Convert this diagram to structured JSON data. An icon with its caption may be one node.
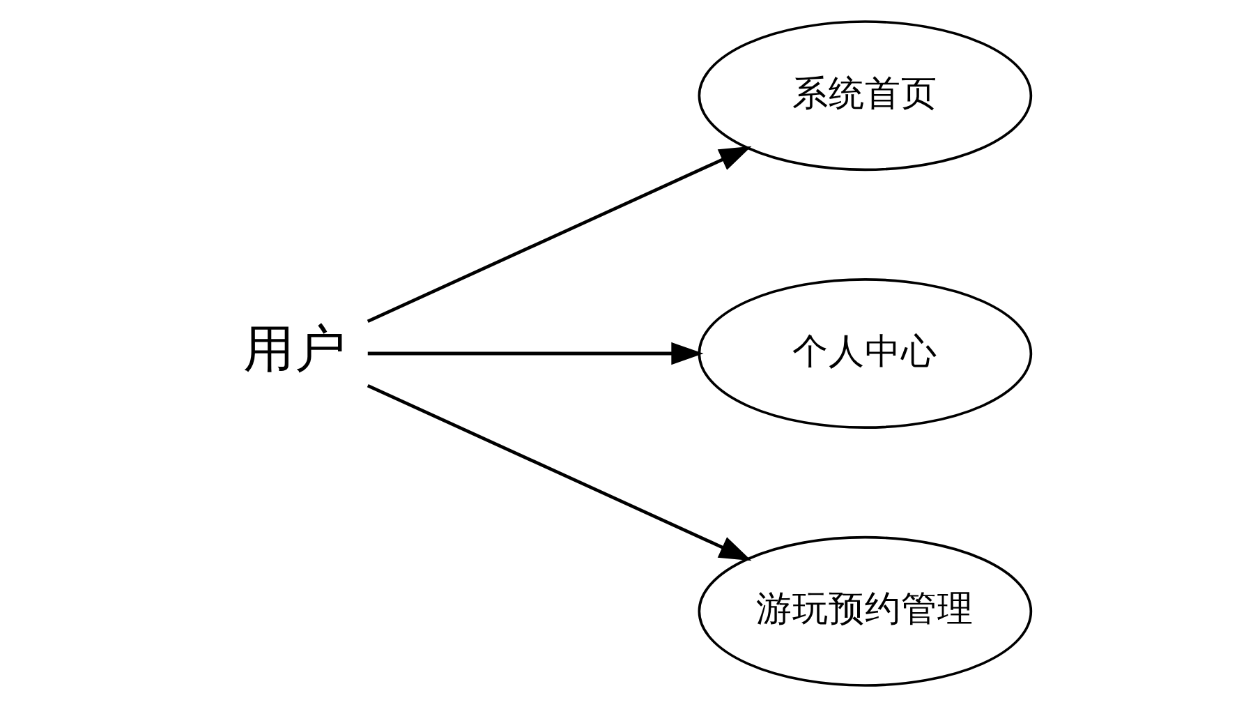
{
  "diagram": {
    "nodes": [
      {
        "text": [
          "用户"
        ]
      },
      {
        "text": [
          "系统首页"
        ]
      },
      {
        "text": [
          "个人中心"
        ]
      },
      {
        "text": [
          "游玩预约管理"
        ]
      }
    ],
    "edges": [
      {
        "from": 0,
        "to": 1,
        "arrow": "to"
      },
      {
        "from": 0,
        "to": 2,
        "arrow": "to"
      },
      {
        "from": 0,
        "to": 3,
        "arrow": "to"
      }
    ]
  }
}
